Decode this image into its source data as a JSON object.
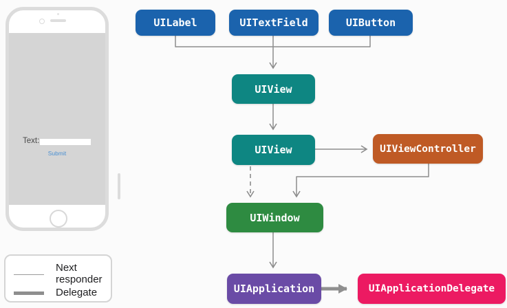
{
  "diagram": {
    "line_color": "#8c8c8c",
    "delegate_arrow_color": "#8f8f8f",
    "nodes": {
      "uilabel": {
        "label": "UILabel",
        "color": "#1b63ad"
      },
      "uitextfield": {
        "label": "UITextField",
        "color": "#1b63ad"
      },
      "uibutton": {
        "label": "UIButton",
        "color": "#1b63ad"
      },
      "uiview_child": {
        "label": "UIView",
        "color": "#0e8682"
      },
      "uiview_parent": {
        "label": "UIView",
        "color": "#0e8682"
      },
      "uiviewcontroller": {
        "label": "UIViewController",
        "color": "#bf5a25"
      },
      "uiwindow": {
        "label": "UIWindow",
        "color": "#2e8b41"
      },
      "uiapplication": {
        "label": "UIApplication",
        "color": "#6a4ba6"
      },
      "uiapplicationdelegate": {
        "label": "UIApplicationDelegate",
        "color": "#ec1a62"
      }
    }
  },
  "phone": {
    "text_label": "Text:",
    "submit_label": "Submit"
  },
  "legend": {
    "next_responder_label": "Next responder",
    "delegate_label": "Delegate"
  }
}
